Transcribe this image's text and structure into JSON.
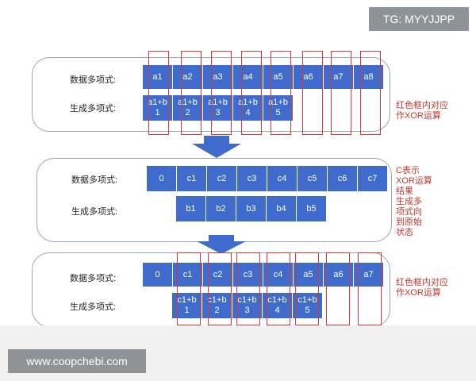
{
  "watermark_top": "TG: MYYJJPP",
  "watermark_bottom": "www.coopchebi.com",
  "colors": {
    "cell": "#3f6ccc",
    "red": "#d93838",
    "arrow": "#3f6ccc"
  },
  "panel1": {
    "data_label": "数据多项式:",
    "gen_label": "生成多项式:",
    "data_cells": [
      "a1",
      "a2",
      "a3",
      "a4",
      "a5",
      "a6",
      "a7",
      "a8"
    ],
    "gen_cells": [
      [
        "a1+b",
        "1"
      ],
      [
        "a1+b",
        "2"
      ],
      [
        "a1+b",
        "3"
      ],
      [
        "a1+b",
        "4"
      ],
      [
        "a1+b",
        "5"
      ]
    ],
    "note": [
      "红色框内对应",
      "作XOR运算"
    ]
  },
  "panel2": {
    "data_label": "数据多项式:",
    "gen_label": "生成多项式:",
    "data_cells": [
      "0",
      "c1",
      "c2",
      "c3",
      "c4",
      "c5",
      "c6",
      "c7"
    ],
    "gen_cells": [
      "b1",
      "b2",
      "b3",
      "b4",
      "b5"
    ],
    "note": [
      "C表示",
      "XOR运算",
      "结果",
      "生成多",
      "项式向",
      "到原始",
      "状态"
    ]
  },
  "panel3": {
    "data_label": "数据多项式:",
    "gen_label": "生成多项式:",
    "data_cells": [
      "0",
      "c1",
      "c2",
      "c3",
      "c4",
      "a5",
      "a6",
      "a7"
    ],
    "gen_cells": [
      [
        "c1+b",
        "1"
      ],
      [
        "c1+b",
        "2"
      ],
      [
        "c1+b",
        "3"
      ],
      [
        "c1+b",
        "4"
      ],
      [
        "c1+b",
        "5"
      ]
    ],
    "note": [
      "红色框内对应",
      "作XOR运算"
    ]
  }
}
